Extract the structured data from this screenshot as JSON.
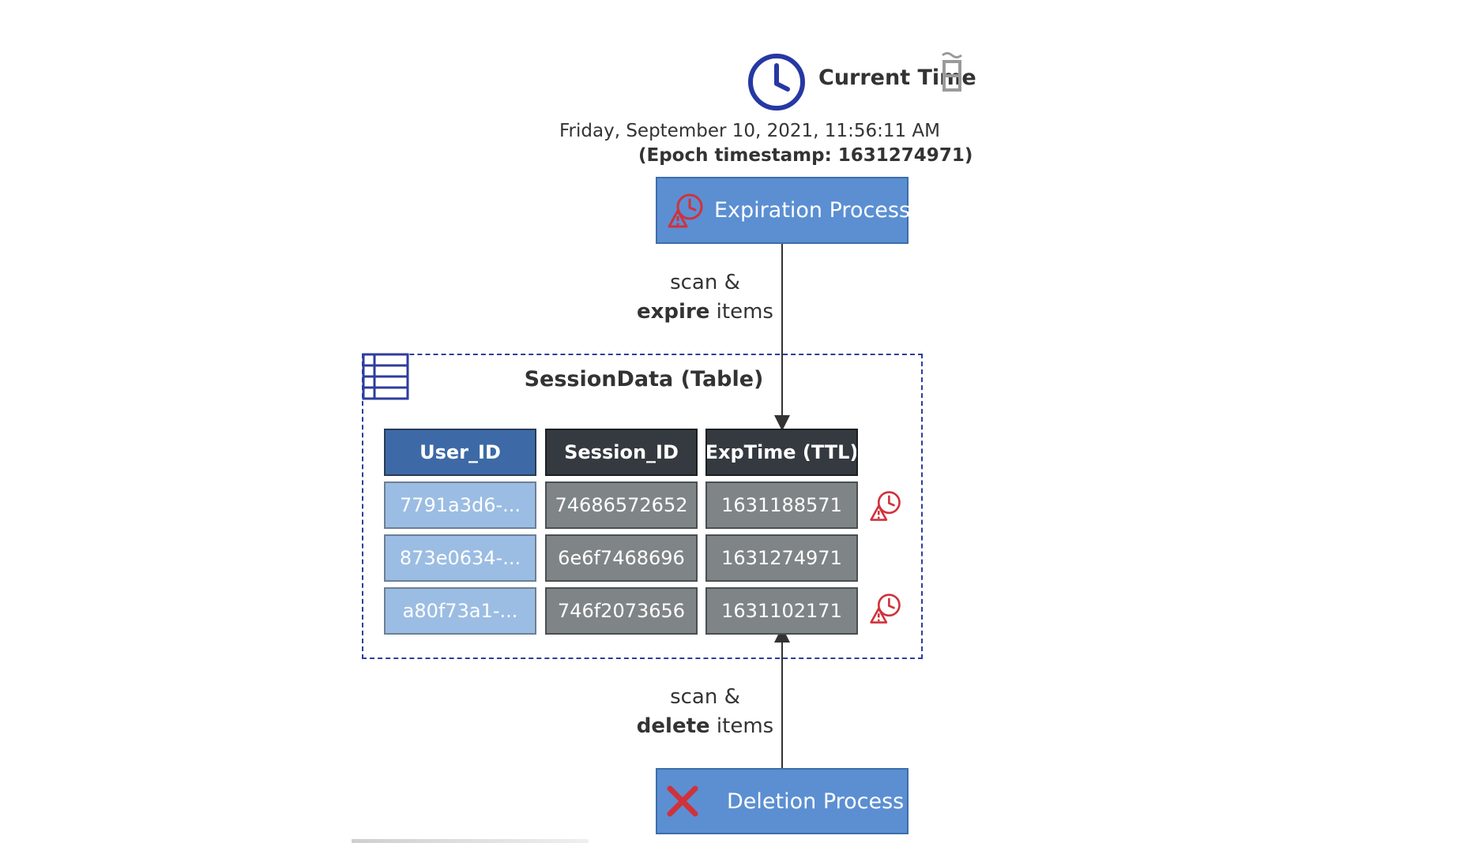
{
  "header": {
    "current_time_label": "Current Time",
    "date_text": "Friday, September 10, 2021, 11:56:11 AM",
    "epoch_text": "(Epoch timestamp: 1631274971)"
  },
  "processes": {
    "expiration": {
      "label": "Expiration Process",
      "icon": "expire-clock-warning-icon"
    },
    "deletion": {
      "label": "Deletion Process",
      "icon": "red-x-icon"
    }
  },
  "flows": {
    "top": {
      "line1": "scan &",
      "bold": "expire",
      "rest": " items"
    },
    "bottom": {
      "line1": "scan &",
      "bold": "delete",
      "rest": " items"
    }
  },
  "table": {
    "title": "SessionData (Table)",
    "icon": "dynamodb-table-icon",
    "columns": [
      "User_ID",
      "Session_ID",
      "ExpTime (TTL)"
    ],
    "rows": [
      {
        "user_id": "7791a3d6-...",
        "session_id": "74686572652",
        "exp_time": "1631188571",
        "expired": true
      },
      {
        "user_id": "873e0634-...",
        "session_id": "6e6f7468696",
        "exp_time": "1631274971",
        "expired": false
      },
      {
        "user_id": "a80f73a1-...",
        "session_id": "746f2073656",
        "exp_time": "1631102171",
        "expired": true
      }
    ]
  },
  "colors": {
    "process_fill": "#5b8fd2",
    "clock_blue": "#2638a4",
    "frame_border": "#2e3d9f",
    "warning_red": "#d0323c",
    "header_user": "#3d6aa6",
    "header_dark": "#343a3f",
    "cell_user": "#9bbde3",
    "cell_gray": "#7f8586"
  }
}
